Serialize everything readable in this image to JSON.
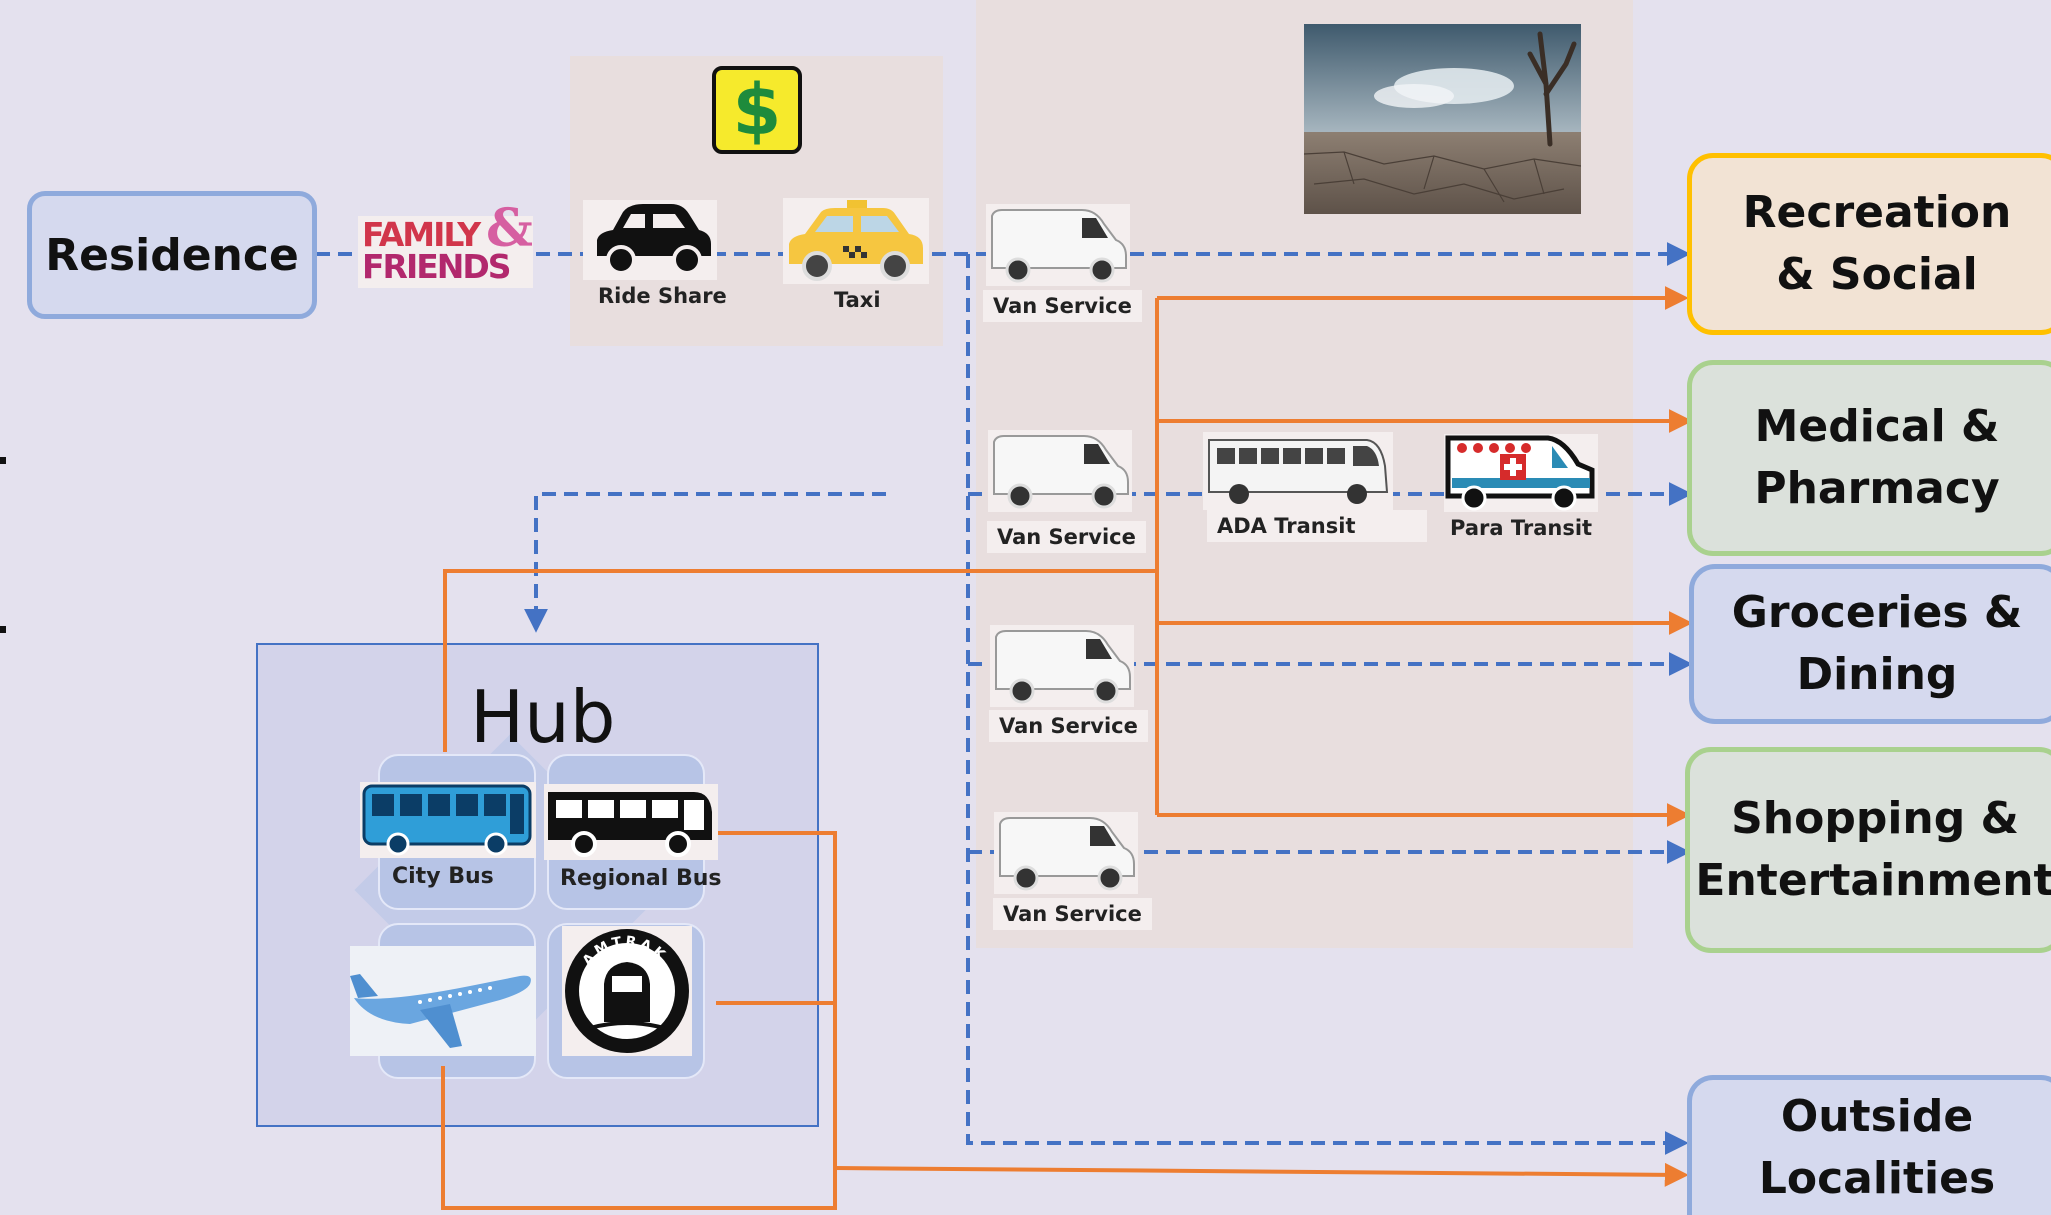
{
  "residence": "Residence",
  "family_friends": {
    "line1": "FAMILY",
    "amp": "&",
    "line2": "FRIENDS"
  },
  "ride_share": "Ride Share",
  "taxi": "Taxi",
  "van_services": [
    "Van Service",
    "Van Service",
    "Van Service",
    "Van Service"
  ],
  "ada_transit": "ADA Transit",
  "para_transit": "Para Transit",
  "hub": {
    "title": "Hub",
    "city_bus": "City Bus",
    "regional_bus": "Regional Bus",
    "amtrak": "AMTRAK"
  },
  "destinations": {
    "recreation": [
      "Recreation",
      "& Social"
    ],
    "medical": [
      "Medical &",
      "Pharmacy"
    ],
    "groceries": [
      "Groceries &",
      "Dining"
    ],
    "shopping": [
      "Shopping &",
      "Entertainment"
    ],
    "outside": [
      "Outside",
      "Localities"
    ]
  },
  "colors": {
    "dashed_route": "#4472c4",
    "solid_route": "#ed7d31",
    "recreation_border": "#ffc000",
    "recreation_fill": "#f2e3d4",
    "green_border": "#a9d18e",
    "green_fill": "#dbe1db",
    "blue_border": "#8faadc",
    "blue_fill": "#d5d9ee"
  },
  "icons": [
    "dollar-sign-icon",
    "car-icon",
    "taxi-icon",
    "van-icon",
    "bus-icon",
    "ambulance-icon",
    "airplane-icon",
    "train-logo-icon",
    "drought-photo"
  ]
}
